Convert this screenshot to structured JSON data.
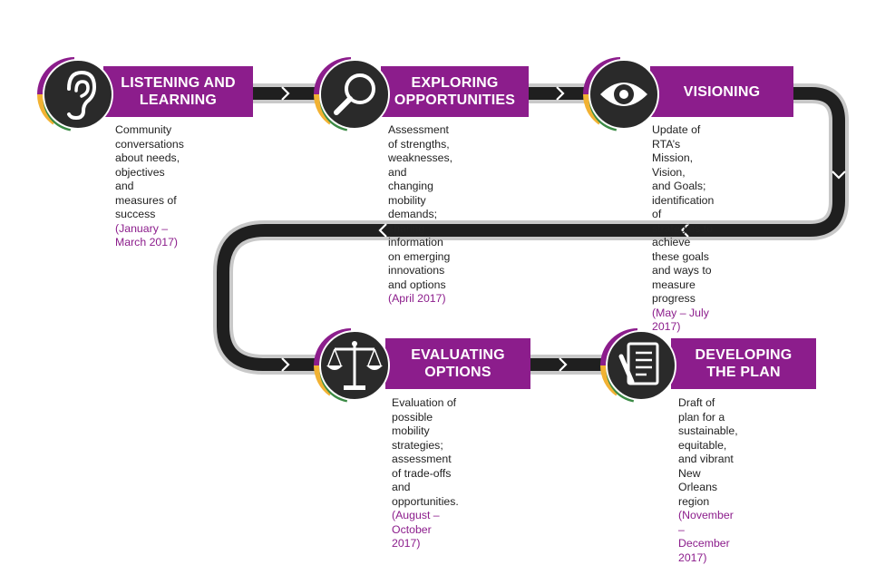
{
  "colors": {
    "purple": "#8c1d8c",
    "road": "#1f1f1f",
    "road_edge": "#c9c9c9",
    "green": "#3b8a45",
    "yellow": "#f2b233",
    "icon_bg": "#2a2a2a"
  },
  "stages": [
    {
      "title_lines": [
        "LISTENING AND",
        "LEARNING"
      ],
      "icon": "ear-icon",
      "desc_lines": [
        "Community conversations",
        "about needs, objectives",
        "and measures of success"
      ],
      "date": "(January – March 2017)"
    },
    {
      "title_lines": [
        "EXPLORING",
        "OPPORTUNITIES"
      ],
      "icon": "magnifier-icon",
      "desc_lines": [
        "Assessment of strengths,",
        "weaknesses, and changing",
        "mobility demands; sharing",
        "information on emerging",
        "innovations and options"
      ],
      "date": "(April 2017)"
    },
    {
      "title_lines": [
        "VISIONING"
      ],
      "icon": "eye-icon",
      "desc_lines": [
        "Update of RTA’s Mission, Vision,",
        "and Goals; identification of",
        "strategies to achieve these goals",
        "and ways to measure progress"
      ],
      "date": "(May – July 2017)"
    },
    {
      "title_lines": [
        "EVALUATING",
        "OPTIONS"
      ],
      "icon": "scales-icon",
      "desc_lines": [
        "Evaluation of possible",
        "mobility strategies;",
        "assessment of trade-offs",
        "and opportunities."
      ],
      "date": "(August – October 2017)"
    },
    {
      "title_lines": [
        "DEVELOPING",
        "THE PLAN"
      ],
      "icon": "document-pen-icon",
      "desc_lines": [
        "Draft of plan for a sustainable,",
        "equitable, and vibrant New",
        "Orleans region"
      ],
      "date": "(November – December 2017)"
    }
  ]
}
